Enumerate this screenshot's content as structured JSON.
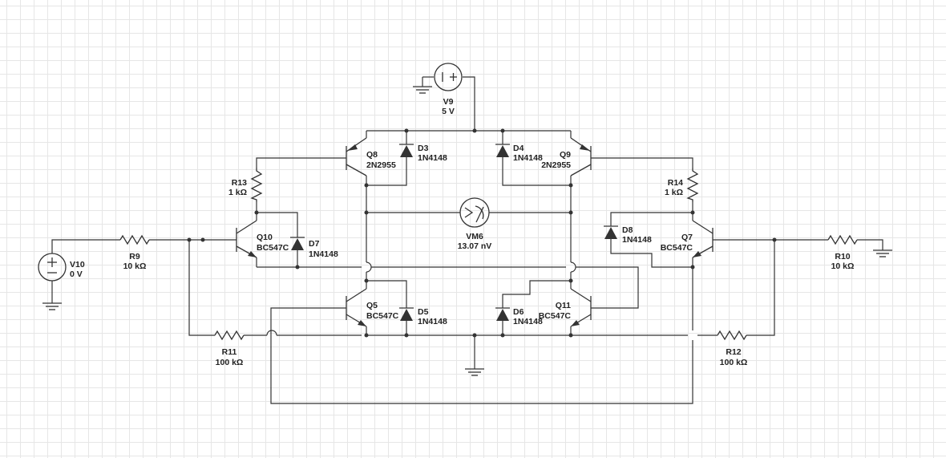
{
  "components": {
    "V9": {
      "name": "V9",
      "value": "5 V"
    },
    "V10": {
      "name": "V10",
      "value": "0 V"
    },
    "VM6": {
      "name": "VM6",
      "value": "13.07 nV"
    },
    "R9": {
      "name": "R9",
      "value": "10 kΩ"
    },
    "R10": {
      "name": "R10",
      "value": "10 kΩ"
    },
    "R11": {
      "name": "R11",
      "value": "100 kΩ"
    },
    "R12": {
      "name": "R12",
      "value": "100 kΩ"
    },
    "R13": {
      "name": "R13",
      "value": "1 kΩ"
    },
    "R14": {
      "name": "R14",
      "value": "1 kΩ"
    },
    "Q5": {
      "name": "Q5",
      "value": "BC547C"
    },
    "Q7": {
      "name": "Q7",
      "value": "BC547C"
    },
    "Q8": {
      "name": "Q8",
      "value": "2N2955"
    },
    "Q9": {
      "name": "Q9",
      "value": "2N2955"
    },
    "Q10": {
      "name": "Q10",
      "value": "BC547C"
    },
    "Q11": {
      "name": "Q11",
      "value": "BC547C"
    },
    "D3": {
      "name": "D3",
      "value": "1N4148"
    },
    "D4": {
      "name": "D4",
      "value": "1N4148"
    },
    "D5": {
      "name": "D5",
      "value": "1N4148"
    },
    "D6": {
      "name": "D6",
      "value": "1N4148"
    },
    "D7": {
      "name": "D7",
      "value": "1N4148"
    },
    "D8": {
      "name": "D8",
      "value": "1N4148"
    }
  }
}
